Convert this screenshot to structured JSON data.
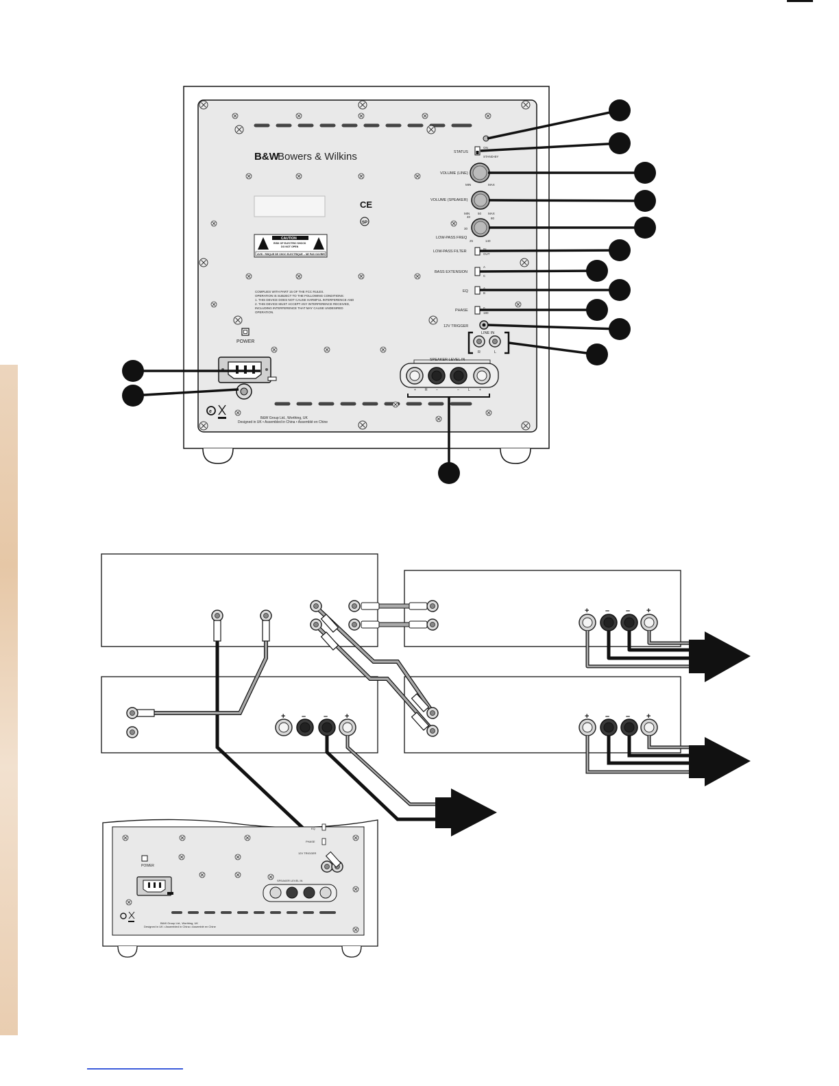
{
  "rear_panel": {
    "brand_mark": "B&W",
    "brand_name": "Bowers & Wilkins",
    "status_label": "STATUS",
    "status_on": "ON",
    "status_standby": "STAND-BY",
    "volume_line_label": "VOLUME (LINE)",
    "volume_line_min": "MIN",
    "volume_line_max": "MAX",
    "volume_speaker_label": "VOLUME (SPEAKER)",
    "volume_speaker_min": "MIN",
    "volume_speaker_mid": "50",
    "volume_speaker_max": "MAX",
    "lowpass_freq_label": "LOW-PASS FREQ",
    "lowpass_ticks": [
      "30",
      "40",
      "80",
      "25",
      "140"
    ],
    "lowpass_filter_label": "LOW-PASS FILTER",
    "lowpass_filter_in": "IN",
    "lowpass_filter_out": "OUT",
    "bass_extension_label": "BASS EXTENSION",
    "bass_extension_a": "A",
    "bass_extension_c": "C",
    "eq_label": "EQ",
    "eq_a": "A",
    "eq_b": "B",
    "phase_label": "PHASE",
    "phase_0": "0",
    "phase_180": "180",
    "trigger_label": "12V TRIGGER",
    "line_in_label": "LINE IN",
    "line_in_r": "R",
    "line_in_l": "L",
    "speaker_level_label": "SPEAKER LEVEL IN",
    "speaker_terminal_labels": [
      "+",
      "R",
      "–",
      "–",
      "L",
      "+"
    ],
    "caution_title": "CAUTION",
    "caution_line1": "RISK OF ELECTRIC SHOCK",
    "caution_line2": "DO NOT OPEN",
    "caution_fr": "AVIS : RISQUE DE CHOC ELECTRIQUE – NE PAS OUVRIR",
    "fcc_lines": [
      "COMPLIES WITH PART 15 OF THE FCC RULES.",
      "OPERATION IS SUBJECT TO THE FOLLOWING CONDITIONS:",
      "1. THIS DEVICE DOES NOT CAUSE HARMFUL INTERFERENCE AND",
      "2. THIS DEVICE MUST ACCEPT ANY INTERFERENCE RECEIVED,",
      "INCLUDING INTERFERENCE THAT MAY CAUSE UNDESIRED",
      "OPERATION."
    ],
    "ce_mark": "CE",
    "power_label": "POWER",
    "footer_line1": "B&W Group Ltd., Worthing, UK",
    "footer_line2": "Designed in UK • Assembled in China • Assemblé en Chine"
  },
  "wiring_diagram": {
    "speaker_terminal_signs": [
      "+",
      "–",
      "–",
      "+"
    ],
    "mini_panel": {
      "eq_label": "EQ",
      "phase_label": "PHASE",
      "trigger_label": "12V TRIGGER",
      "speaker_level_label": "SPEAKER LEVEL IN",
      "power_label": "POWER",
      "footer_line1": "B&W Group Ltd., Worthing, UK",
      "footer_line2": "Designed in UK • Assembled in China • Assemblé en Chine"
    }
  },
  "colors": {
    "ink": "#111111",
    "panel": "#e9e9e9",
    "terminal_dark": "#3a3a3a",
    "terminal_light": "#dcdcdc",
    "cable_grey": "#9a9a9a"
  }
}
